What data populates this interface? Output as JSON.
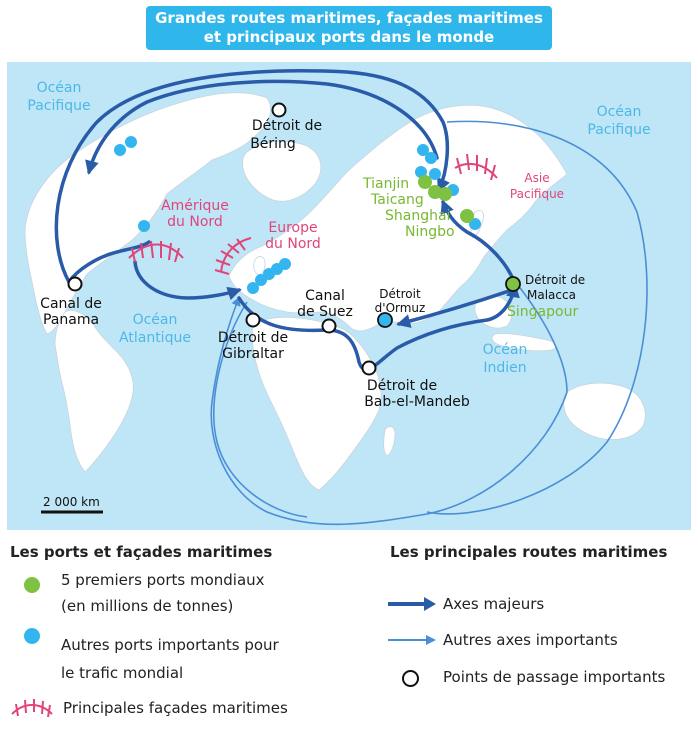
{
  "title": {
    "line1": "Grandes routes maritimes, façades maritimes",
    "line2": "et principaux ports dans le monde"
  },
  "map_labels": {
    "pacific_west": [
      "Océan",
      "Pacifique"
    ],
    "pacific_east": [
      "Océan",
      "Pacifique"
    ],
    "atlantic": [
      "Océan",
      "Atlantique"
    ],
    "indian": [
      "Océan",
      "Indien"
    ],
    "bering": [
      "Détroit de",
      "Béring"
    ],
    "panama": [
      "Canal de",
      "Panama"
    ],
    "gibraltar": [
      "Détroit de",
      "Gibraltar"
    ],
    "suez": [
      "Canal",
      "de Suez"
    ],
    "ormuz": [
      "Détroit",
      "d'Ormuz"
    ],
    "babelmandeb": [
      "Détroit de",
      "Bab-el-Mandeb"
    ],
    "malacca": [
      "Détroit de",
      "Malacca"
    ],
    "north_america": [
      "Amérique",
      "du Nord"
    ],
    "north_europe": [
      "Europe",
      "du Nord"
    ],
    "asia_pacific": [
      "Asie",
      "Pacifique"
    ],
    "ports": [
      "Tianjin",
      "Taicang",
      "Shanghai",
      "Ningbo",
      "Singapour"
    ],
    "scale": "2 000 km"
  },
  "legend": {
    "ports_title": "Les ports et façades maritimes",
    "top5_line1": "5 premiers ports mondiaux",
    "top5_line2": "(en millions de tonnes)",
    "other_line1": "Autres ports importants pour",
    "other_line2": "le trafic mondial",
    "facades": "Principales façades maritimes",
    "routes_title": "Les principales routes maritimes",
    "major": "Axes majeurs",
    "other_axes": "Autres axes importants",
    "passages": "Points de passage importants"
  },
  "colors": {
    "sea": "#bfe6f7",
    "land": "#ffffff",
    "route_major": "#2a5ba8",
    "route_other": "#4a8fd6",
    "port_top5": "#7dc242",
    "port_other": "#33b5f0",
    "facade": "#e0457a",
    "ocean_label": "#4db8e8",
    "region_label": "#e0457a",
    "port_label": "#78b832"
  }
}
